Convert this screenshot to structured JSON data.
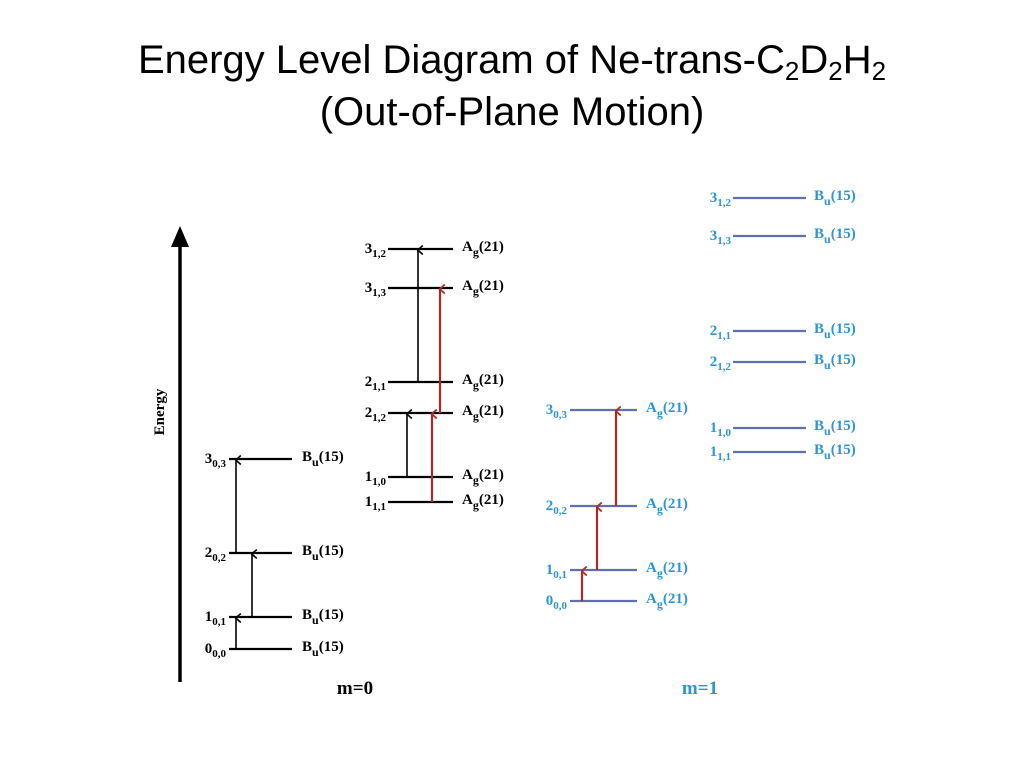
{
  "title": {
    "prefix": "Energy Level Diagram of Ne-trans-C",
    "sub1": "2",
    "mid1": "D",
    "sub2": "2",
    "mid2": "H",
    "sub3": "2",
    "line2": "(Out-of-Plane Motion)"
  },
  "axis_label": "Energy",
  "colors": {
    "black": "#000000",
    "red_arrow": "#b0282a",
    "m1_text": "#2a96d4",
    "m1_line": "#5f6fb0"
  },
  "groups": [
    {
      "id": "m0-b",
      "levels": [
        {
          "n": "3",
          "sub": "0,3",
          "sym": "B",
          "symsub": "u",
          "num": "(15)"
        },
        {
          "n": "2",
          "sub": "0,2",
          "sym": "B",
          "symsub": "u",
          "num": "(15)"
        },
        {
          "n": "1",
          "sub": "0,1",
          "sym": "B",
          "symsub": "u",
          "num": "(15)"
        },
        {
          "n": "0",
          "sub": "0,0",
          "sym": "B",
          "symsub": "u",
          "num": "(15)"
        }
      ]
    },
    {
      "id": "m0-a",
      "levels": [
        {
          "n": "3",
          "sub": "1,2",
          "sym": "A",
          "symsub": "g",
          "num": "(21)"
        },
        {
          "n": "3",
          "sub": "1,3",
          "sym": "A",
          "symsub": "g",
          "num": "(21)"
        },
        {
          "n": "2",
          "sub": "1,1",
          "sym": "A",
          "symsub": "g",
          "num": "(21)"
        },
        {
          "n": "2",
          "sub": "1,2",
          "sym": "A",
          "symsub": "g",
          "num": "(21)"
        },
        {
          "n": "1",
          "sub": "1,0",
          "sym": "A",
          "symsub": "g",
          "num": "(21)"
        },
        {
          "n": "1",
          "sub": "1,1",
          "sym": "A",
          "symsub": "g",
          "num": "(21)"
        }
      ]
    },
    {
      "id": "m1-a",
      "levels": [
        {
          "n": "3",
          "sub": "0,3",
          "sym": "A",
          "symsub": "g",
          "num": "(21)"
        },
        {
          "n": "2",
          "sub": "0,2",
          "sym": "A",
          "symsub": "g",
          "num": "(21)"
        },
        {
          "n": "1",
          "sub": "0,1",
          "sym": "A",
          "symsub": "g",
          "num": "(21)"
        },
        {
          "n": "0",
          "sub": "0,0",
          "sym": "A",
          "symsub": "g",
          "num": "(21)"
        }
      ]
    },
    {
      "id": "m1-b",
      "levels": [
        {
          "n": "3",
          "sub": "1,2",
          "sym": "B",
          "symsub": "u",
          "num": "(15)"
        },
        {
          "n": "3",
          "sub": "1,3",
          "sym": "B",
          "symsub": "u",
          "num": "(15)"
        },
        {
          "n": "2",
          "sub": "1,1",
          "sym": "B",
          "symsub": "u",
          "num": "(15)"
        },
        {
          "n": "2",
          "sub": "1,2",
          "sym": "B",
          "symsub": "u",
          "num": "(15)"
        },
        {
          "n": "1",
          "sub": "1,0",
          "sym": "B",
          "symsub": "u",
          "num": "(15)"
        },
        {
          "n": "1",
          "sub": "1,1",
          "sym": "B",
          "symsub": "u",
          "num": "(15)"
        }
      ]
    }
  ],
  "m0_label": "m=0",
  "m1_label": "m=1"
}
